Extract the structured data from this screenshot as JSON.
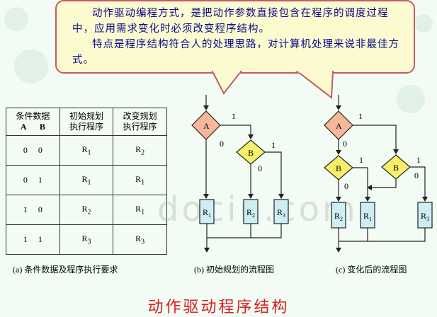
{
  "callout": {
    "para1": "动作驱动编程方式，是把动作参数直接包含在程序的调度过程中，应用需求变化时必须改变程序结构。",
    "para2": "特点是程序结构符合人的处理思路，对计算机处理来说非最佳方式。"
  },
  "table": {
    "header": {
      "col1_line1": "条件数据",
      "col1_line2": "A B",
      "col2_line1": "初始规划",
      "col2_line2": "执行程序",
      "col3_line1": "改变规划",
      "col3_line2": "执行程序"
    },
    "rows": [
      {
        "a": "0",
        "b": "0",
        "init": "R",
        "init_sub": "1",
        "chg": "R",
        "chg_sub": "2"
      },
      {
        "a": "0",
        "b": "1",
        "init": "R",
        "init_sub": "1",
        "chg": "R",
        "chg_sub": "1"
      },
      {
        "a": "1",
        "b": "0",
        "init": "R",
        "init_sub": "2",
        "chg": "R",
        "chg_sub": "1"
      },
      {
        "a": "1",
        "b": "1",
        "init": "R",
        "init_sub": "3",
        "chg": "R",
        "chg_sub": "3"
      }
    ]
  },
  "captions": {
    "a": "(a) 条件数据及程序执行要求",
    "b": "(b) 初始规划的流程图",
    "c": "(c) 变化后的流程图"
  },
  "diagram_b": {
    "decision_a": "A",
    "decision_b": "B",
    "edge_labels": [
      "1",
      "0",
      "1",
      "0"
    ],
    "processes": [
      {
        "label": "R",
        "sub": "1"
      },
      {
        "label": "R",
        "sub": "2"
      },
      {
        "label": "R",
        "sub": "3"
      }
    ]
  },
  "diagram_c": {
    "decision_a": "A",
    "decision_b1": "B",
    "decision_b2": "B",
    "edge_labels": [
      "1",
      "0",
      "1",
      "0",
      "1",
      "0"
    ],
    "processes": [
      {
        "label": "R",
        "sub": "2"
      },
      {
        "label": "R",
        "sub": "1"
      },
      {
        "label": "R",
        "sub": "3"
      }
    ]
  },
  "title": "动作驱动程序结构",
  "watermark": "docin.com",
  "colors": {
    "decision_a_fill": "#f7b89a",
    "decision_b_fill": "#f7ef6a",
    "process_fill": "#cdeef2",
    "title_color": "#d52020",
    "callout_text": "#0a0a8a"
  }
}
